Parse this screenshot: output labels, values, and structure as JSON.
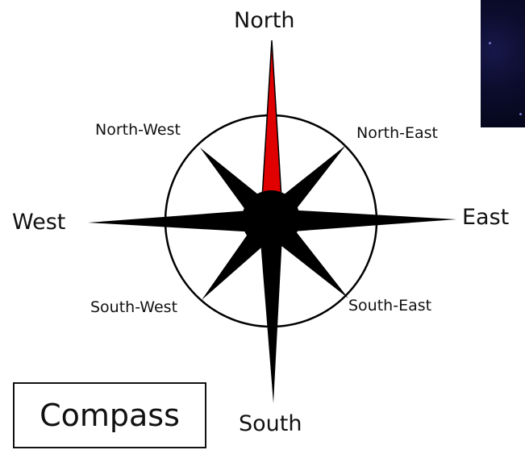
{
  "title": "Compass",
  "directions": {
    "north": "North",
    "south": "South",
    "east": "East",
    "west": "West",
    "north_east": "North-East",
    "north_west": "North-West",
    "south_east": "South-East",
    "south_west": "South-West"
  },
  "colors": {
    "north_needle": "#e00000",
    "needle": "#000000",
    "ring": "#000000",
    "background": "#ffffff"
  }
}
